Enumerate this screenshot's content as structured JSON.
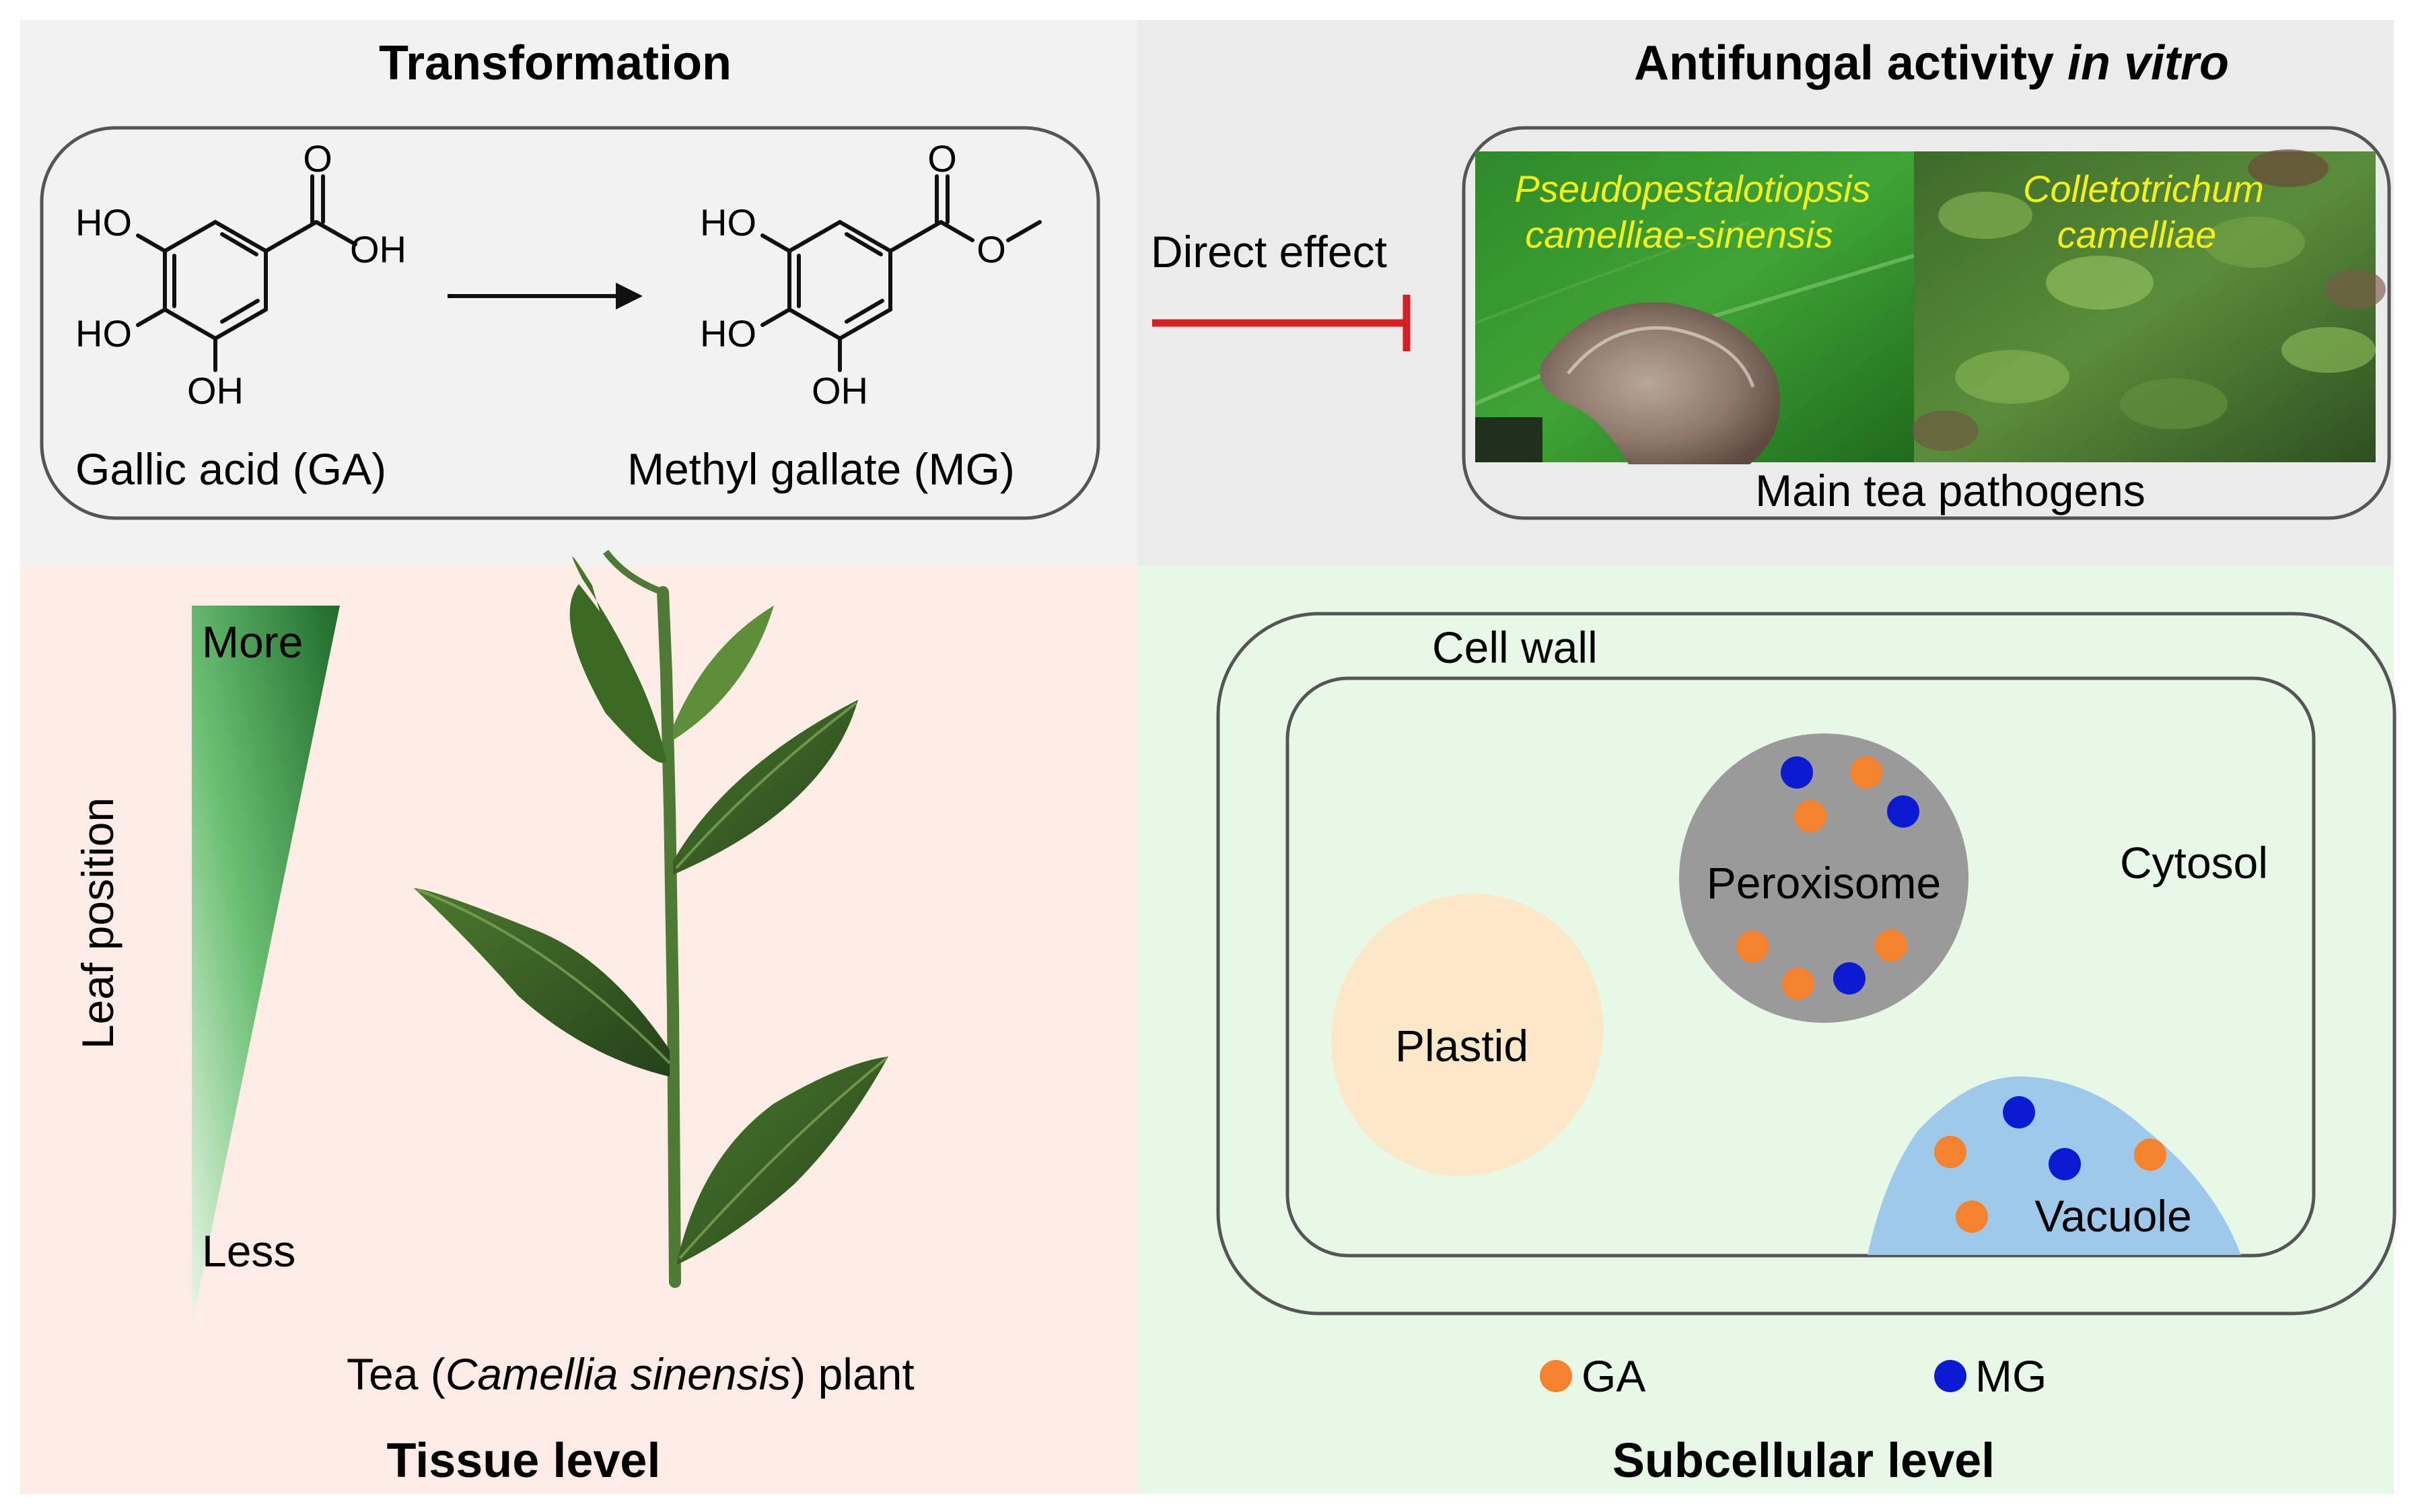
{
  "transformation": {
    "title": "Transformation",
    "ga_label": "Gallic acid (GA)",
    "mg_label": "Methyl gallate (MG)",
    "ga_atoms": {
      "o": "O",
      "oh_acid": "OH",
      "ho_top": "HO",
      "ho_mid": "HO",
      "oh_bottom": "OH"
    },
    "mg_atoms": {
      "o": "O",
      "o_ester": "O",
      "ho_top": "HO",
      "ho_mid": "HO",
      "oh_bottom": "OH"
    }
  },
  "antifungal": {
    "title_prefix": "Antifungal activity ",
    "title_italic": "in vitro",
    "direct_effect": "Direct effect",
    "pathogen1_line1": "Pseudopestalotiopsis",
    "pathogen1_line2": "camelliae-sinensis",
    "pathogen2_line1": "Colletotrichum",
    "pathogen2_line2": "camelliae",
    "caption": "Main tea pathogens"
  },
  "tissue": {
    "title": "Tissue level",
    "axis_label": "Leaf position",
    "more": "More",
    "less": "Less",
    "plant_prefix": "Tea (",
    "plant_italic": "Camellia sinensis",
    "plant_suffix": ") plant"
  },
  "subcellular": {
    "title": "Subcellular level",
    "cell_wall": "Cell wall",
    "cytosol": "Cytosol",
    "peroxisome": "Peroxisome",
    "plastid": "Plastid",
    "vacuole": "Vacuole",
    "legend_ga": "GA",
    "legend_mg": "MG"
  },
  "colors": {
    "ga_dot": "#f5822f",
    "mg_dot": "#0b1bd1",
    "inhibit_arrow": "#d42020",
    "top_bg": "#f2f2f2",
    "tissue_bg": "#fdece6",
    "subcell_bg": "#e8f8e6",
    "peroxisome": "#9a9a9a",
    "plastid": "#fbe8c9",
    "vacuole": "#9ec9ea"
  }
}
